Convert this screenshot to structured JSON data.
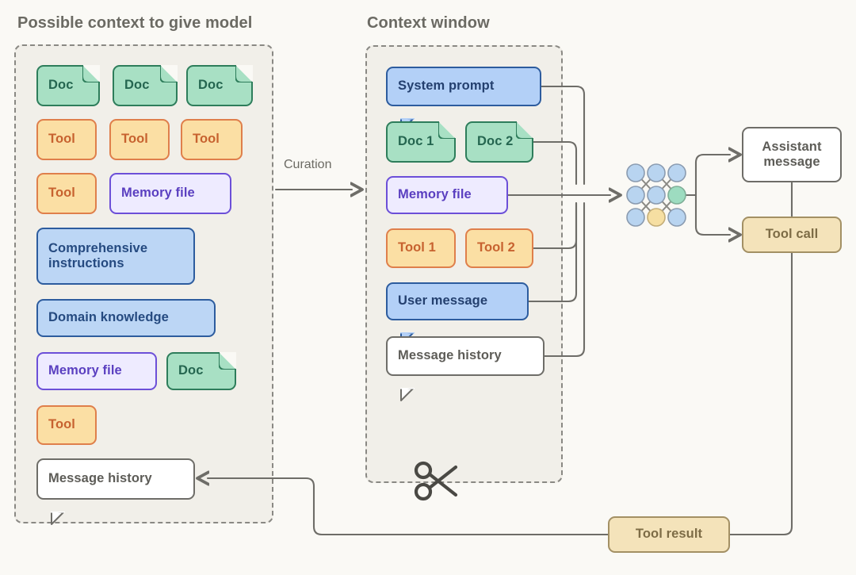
{
  "diagram": {
    "background_color": "#faf9f5",
    "columns": {
      "left_title": "Possible context to give model",
      "right_title": "Context window"
    },
    "curation_label": "Curation",
    "possible_context": [
      {
        "id": "doc1",
        "label": "Doc",
        "type": "doc"
      },
      {
        "id": "doc2",
        "label": "Doc",
        "type": "doc"
      },
      {
        "id": "doc3",
        "label": "Doc",
        "type": "doc"
      },
      {
        "id": "tool1",
        "label": "Tool",
        "type": "tool"
      },
      {
        "id": "tool2",
        "label": "Tool",
        "type": "tool"
      },
      {
        "id": "tool3",
        "label": "Tool",
        "type": "tool"
      },
      {
        "id": "tool4",
        "label": "Tool",
        "type": "tool"
      },
      {
        "id": "mem1",
        "label": "Memory file",
        "type": "memory"
      },
      {
        "id": "inst",
        "label": "Comprehensive\ninstructions",
        "type": "instructions"
      },
      {
        "id": "domain",
        "label": "Domain knowledge",
        "type": "instructions"
      },
      {
        "id": "mem2",
        "label": "Memory file",
        "type": "memory"
      },
      {
        "id": "doc4",
        "label": "Doc",
        "type": "doc"
      },
      {
        "id": "tool5",
        "label": "Tool",
        "type": "tool"
      },
      {
        "id": "msg",
        "label": "Message history",
        "type": "plain"
      }
    ],
    "context_window": [
      {
        "id": "sys",
        "label": "System prompt",
        "type": "system"
      },
      {
        "id": "doc1",
        "label": "Doc 1",
        "type": "doc"
      },
      {
        "id": "doc2",
        "label": "Doc 2",
        "type": "doc"
      },
      {
        "id": "mem",
        "label": "Memory file",
        "type": "memory"
      },
      {
        "id": "tool1",
        "label": "Tool 1",
        "type": "tool"
      },
      {
        "id": "tool2",
        "label": "Tool 2",
        "type": "tool"
      },
      {
        "id": "user",
        "label": "User message",
        "type": "system"
      },
      {
        "id": "hist",
        "label": "Message history",
        "type": "plain"
      }
    ],
    "outputs": {
      "assistant_message": "Assistant\nmessage",
      "tool_call": "Tool call",
      "tool_result": "Tool result"
    },
    "model": {
      "name": "neural-network-nodes",
      "rows": 3,
      "cols": 3,
      "node_colors": [
        [
          "#b8d4f0",
          "#b8d4f0",
          "#b8d4f0"
        ],
        [
          "#b8d4f0",
          "#b8d4f0",
          "#9ddcc0"
        ],
        [
          "#b8d4f0",
          "#f6dfa2",
          "#b8d4f0"
        ]
      ]
    },
    "icons": {
      "scissors": "scissors-icon",
      "curation_arrow": "arrow-right-icon"
    },
    "palette": {
      "doc_fill": "#a8e0c4",
      "doc_border": "#2e7d5b",
      "tool_fill": "#fbdfa4",
      "tool_border": "#df7f4b",
      "memory_fill": "#eeebff",
      "memory_border": "#6c4fd8",
      "instruction_fill": "#bcd6f5",
      "instruction_border": "#2d5c9e",
      "plain_fill": "#ffffff",
      "plain_border": "#6e6d68",
      "toolcall_fill": "#f4e3ba",
      "toolcall_border": "#a39064",
      "container_fill": "#f1efe9",
      "container_border": "#8a8984",
      "connector": "#6e6d68"
    }
  }
}
